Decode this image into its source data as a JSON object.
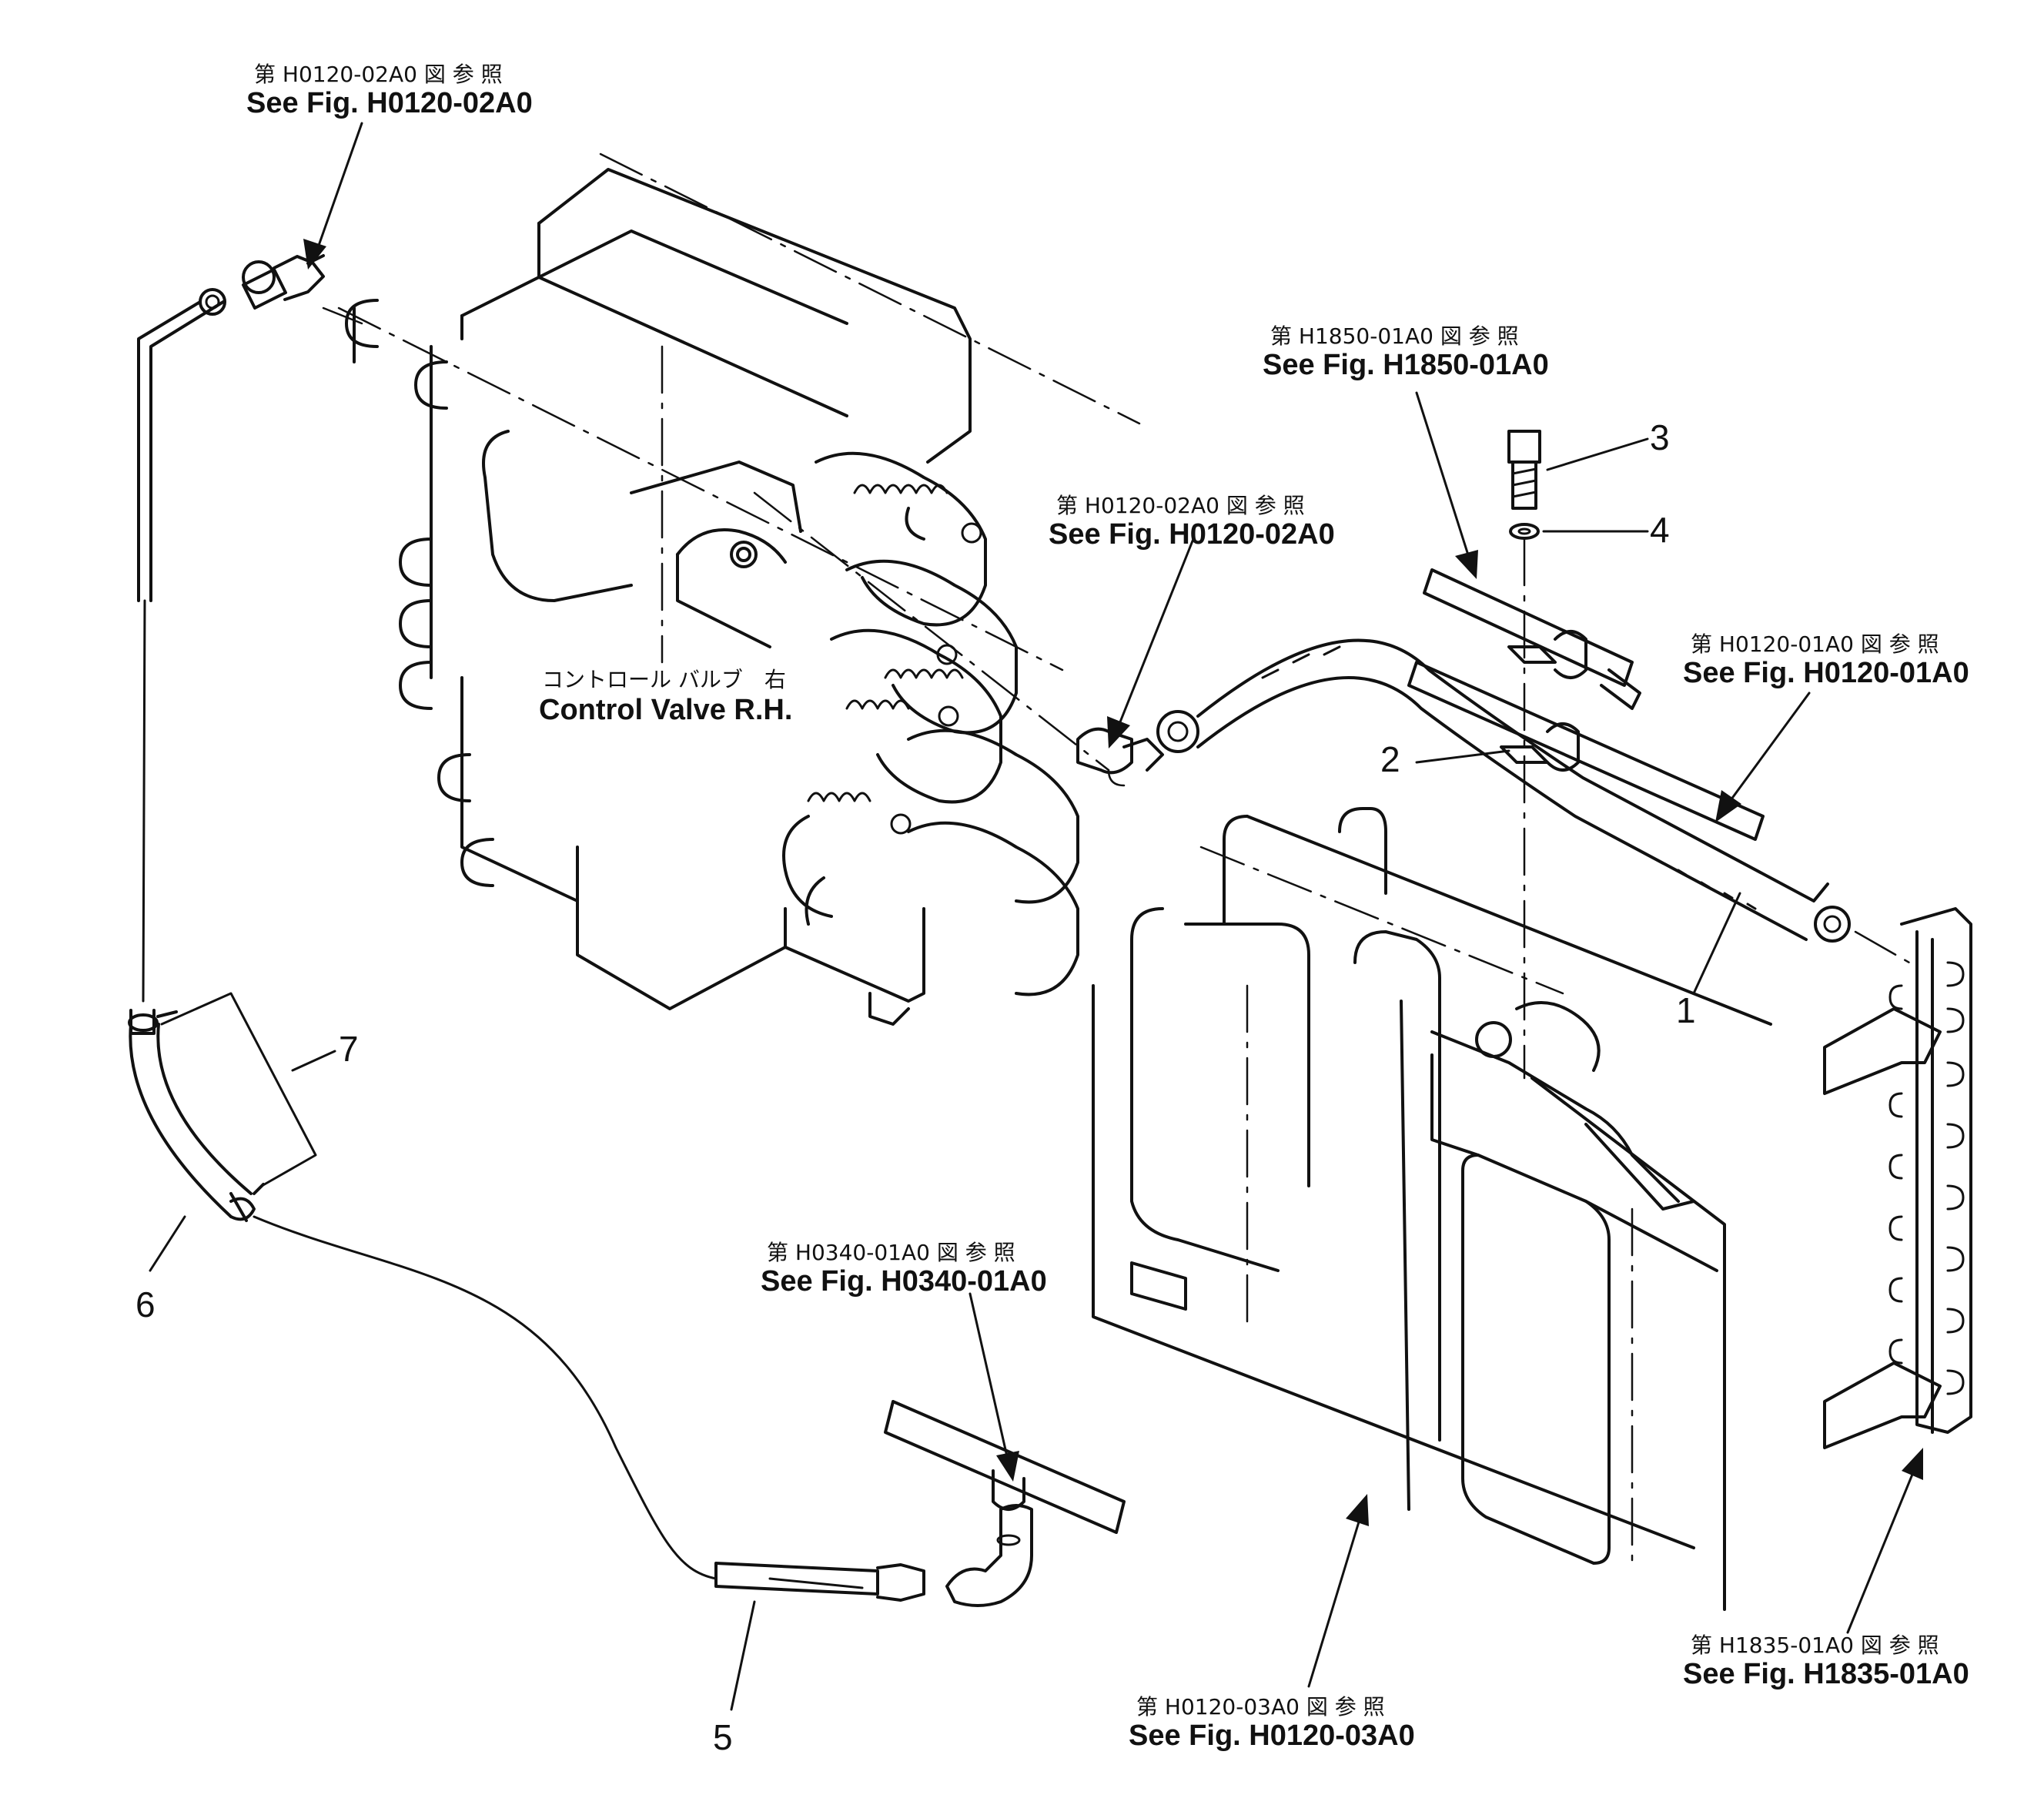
{
  "references": {
    "top_left": {
      "jp": "第 H0120-02A0 図 参 照",
      "en": "See Fig. H0120-02A0"
    },
    "top_mid": {
      "jp": "第 H0120-02A0 図 参 照",
      "en": "See Fig. H0120-02A0"
    },
    "top_right": {
      "jp": "第 H1850-01A0 図 参 照",
      "en": "See Fig. H1850-01A0"
    },
    "right": {
      "jp": "第 H0120-01A0 図 参 照",
      "en": "See Fig. H0120-01A0"
    },
    "bottom_mid": {
      "jp": "第 H0340-01A0 図 参 照",
      "en": "See Fig. H0340-01A0"
    },
    "bottom": {
      "jp": "第 H0120-03A0 図 参 照",
      "en": "See Fig. H0120-03A0"
    },
    "bottom_right": {
      "jp": "第 H1835-01A0 図 参 照",
      "en": "See Fig. H1835-01A0"
    }
  },
  "valve_label": {
    "jp": "コントロール バルブ　右",
    "en": "Control Valve R.H."
  },
  "part_numbers": {
    "p1": "1",
    "p2": "2",
    "p3": "3",
    "p4": "4",
    "p5": "5",
    "p6": "6",
    "p7": "7"
  }
}
